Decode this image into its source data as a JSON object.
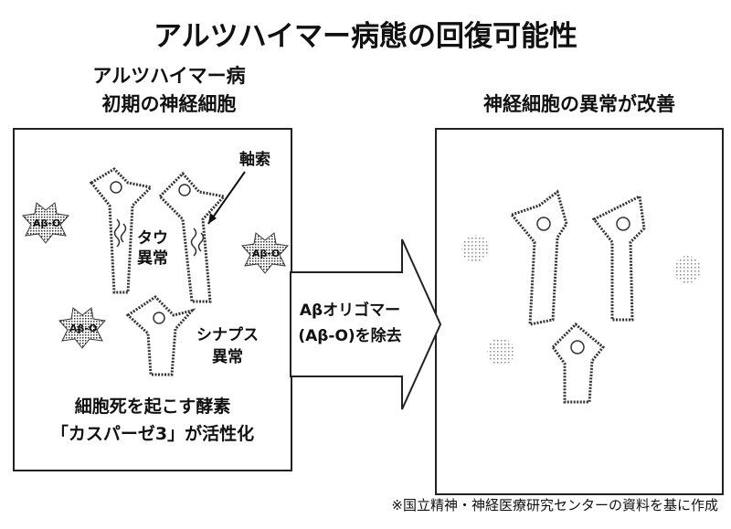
{
  "title": "アルツハイマー病態の回復可能性",
  "left_panel": {
    "heading_line1": "アルツハイマー病",
    "heading_line2": "初期の神経細胞",
    "axon_label": "軸索",
    "tau_label_line1": "タウ",
    "tau_label_line2": "異常",
    "synapse_label_line1": "シナプス",
    "synapse_label_line2": "異常",
    "abeta_labels": [
      "Aβ-O",
      "Aβ-O",
      "Aβ-O"
    ],
    "caspase_line1": "細胞死を起こす酵素",
    "caspase_line2": "「カスパーゼ3」が活性化"
  },
  "arrow": {
    "line1": "Aβオリゴマー",
    "line2": "(Aβ-O)を除去"
  },
  "right_panel": {
    "heading": "神経細胞の異常が改善"
  },
  "footnote": "※国立精神・神経医療研究センターの資料を基に作成"
}
